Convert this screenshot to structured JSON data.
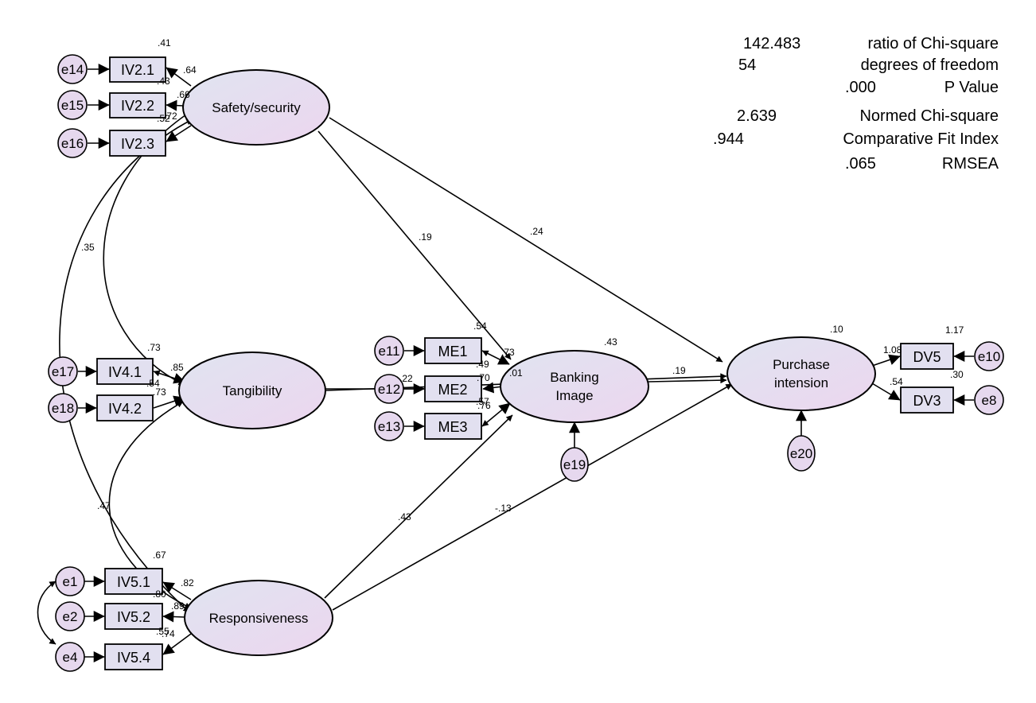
{
  "fit_stats": [
    {
      "value": "142.483",
      "label": "ratio of Chi-square"
    },
    {
      "value": "54",
      "label": "degrees of freedom"
    },
    {
      "value": ".000",
      "label": "P Value"
    },
    {
      "value": "2.639",
      "label": "Normed Chi-square"
    },
    {
      "value": ".944",
      "label": "Comparative Fit Index"
    },
    {
      "value": ".065",
      "label": "RMSEA"
    }
  ],
  "latents": {
    "safety": "Safety/security",
    "tangibility": "Tangibility",
    "responsiveness": "Responsiveness",
    "banking_l1": "Banking",
    "banking_l2": "Image",
    "purchase_l1": "Purchase",
    "purchase_l2": "intension"
  },
  "indicators": {
    "iv21": "IV2.1",
    "iv22": "IV2.2",
    "iv23": "IV2.3",
    "iv41": "IV4.1",
    "iv42": "IV4.2",
    "iv51": "IV5.1",
    "iv52": "IV5.2",
    "iv54": "IV5.4",
    "me1": "ME1",
    "me2": "ME2",
    "me3": "ME3",
    "dv5": "DV5",
    "dv3": "DV3"
  },
  "errors": {
    "e14": "e14",
    "e15": "e15",
    "e16": "e16",
    "e17": "e17",
    "e18": "e18",
    "e1": "e1",
    "e2": "e2",
    "e4": "e4",
    "e11": "e11",
    "e12": "e12",
    "e13": "e13",
    "e19": "e19",
    "e20": "e20",
    "e10": "e10",
    "e8": "e8"
  },
  "coefficients": {
    "r2_iv21": ".41",
    "l_iv21": ".64",
    "r2_iv22": ".43",
    "l_iv22": ".66",
    "r2_iv23": ".52",
    "l_iv23": ".72",
    "cov_safety_tang": ".35",
    "cov_tang_resp": ".47",
    "r2_iv41": ".73",
    "l_iv41": ".85",
    "r2_iv42": ".54",
    "l_iv42": ".73",
    "r2_iv51": ".67",
    "l_iv51": ".82",
    "r2_iv52": ".80",
    "l_iv52": ".89",
    "r2_iv54": ".55",
    "l_iv54": ".74",
    "r2_me1": ".54",
    "l_me1": ".73",
    "r2_me2": ".49",
    "l_me2": ".70",
    "r2_me3": ".57",
    "l_me3": ".76",
    "tang_to_me2": ".22",
    "tang_to_bank": ".01",
    "safety_to_bank": ".19",
    "safety_to_purch": ".24",
    "resp_to_bank": ".43",
    "resp_to_purch": "-.13",
    "bank_to_purch": ".19",
    "r2_bank": ".43",
    "r2_purch": ".10",
    "r2_dv5": "1.17",
    "l_dv5": "1.08",
    "r2_dv3": ".30",
    "l_dv3": ".54"
  }
}
